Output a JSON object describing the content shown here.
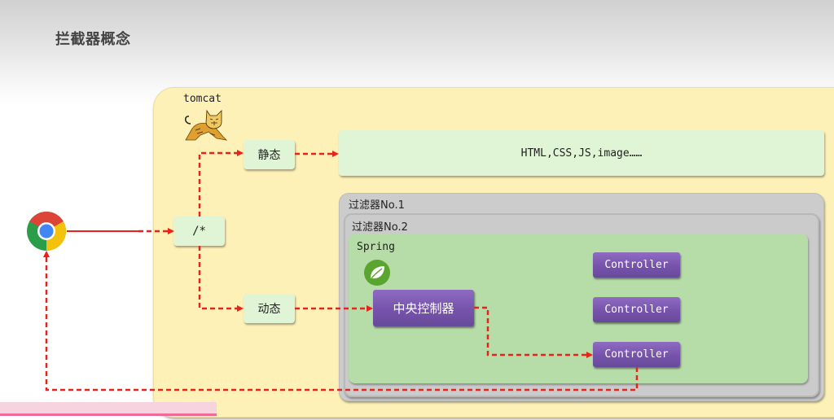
{
  "page": {
    "title": "拦截器概念"
  },
  "tomcat": {
    "label": "tomcat",
    "icon": "tomcat-cat-icon"
  },
  "browser": {
    "icon": "chrome-icon"
  },
  "routing": {
    "route_label": "/*",
    "static_label": "静态",
    "dynamic_label": "动态",
    "static_resources": "HTML,CSS,JS,image……"
  },
  "filters": [
    {
      "label": "过滤器No.1"
    },
    {
      "label": "过滤器No.2"
    }
  ],
  "spring": {
    "label": "Spring",
    "icon": "spring-leaf-icon",
    "central_controller": "中央控制器",
    "controllers": [
      "Controller",
      "Controller",
      "Controller"
    ]
  },
  "video": {
    "progress": 0.26
  },
  "colors": {
    "arrow": "#e8231b",
    "tomcat_bg": "#fdf1b8",
    "static_box": "#e0f4d6",
    "filter_box": "#cccccc",
    "spring_box": "#b6dda7",
    "controller": "#7653ab",
    "progress": "#ef6a94"
  }
}
